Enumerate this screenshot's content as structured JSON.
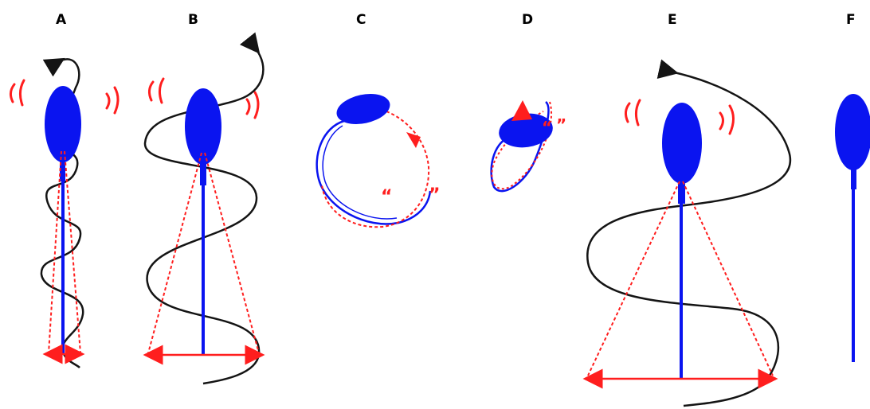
{
  "panels": [
    {
      "id": "A",
      "label": "A"
    },
    {
      "id": "B",
      "label": "B"
    },
    {
      "id": "C",
      "label": "C"
    },
    {
      "id": "D",
      "label": "D"
    },
    {
      "id": "E",
      "label": "E"
    },
    {
      "id": "F",
      "label": "F"
    }
  ],
  "colors": {
    "cell": "#0a14f0",
    "wave": "#141414",
    "guide": "#ff1e1e",
    "label": "#000000"
  },
  "c_marks": {
    "open": "“",
    "close": "”"
  }
}
